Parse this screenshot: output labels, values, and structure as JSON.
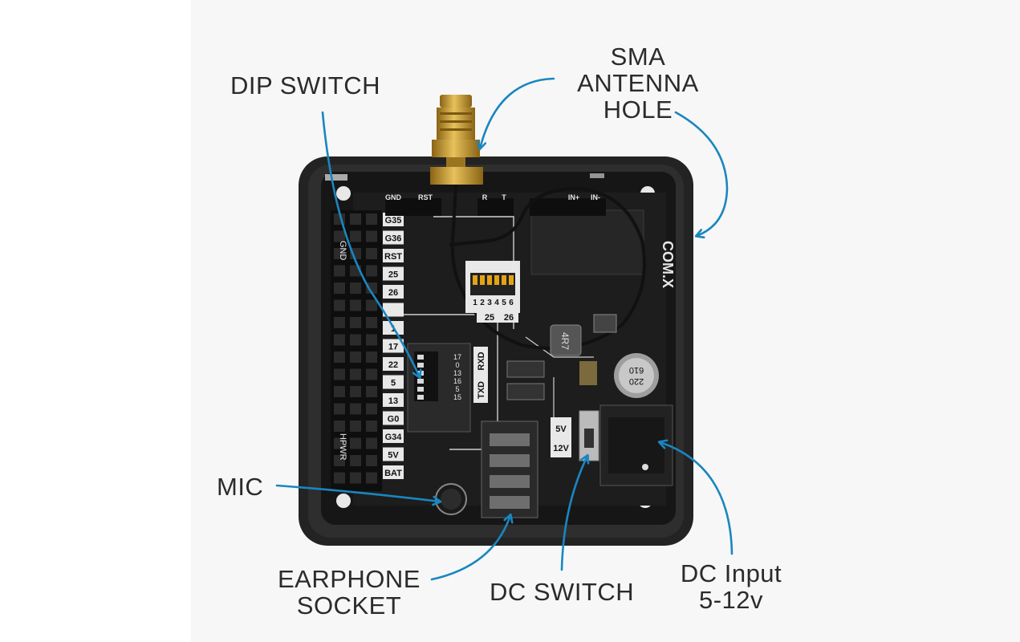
{
  "labels": {
    "dip_switch": "DIP SWITCH",
    "sma_antenna_hole": [
      "SMA",
      "ANTENNA",
      "HOLE"
    ],
    "mic": "MIC",
    "earphone_socket": [
      "EARPHONE",
      "SOCKET"
    ],
    "dc_switch": "DC SWITCH",
    "dc_input": [
      "DC Input",
      "5-12v"
    ]
  },
  "board": {
    "brand": "COM.X",
    "left_pins": [
      "G35",
      "G36",
      "RST",
      "25",
      "26",
      "",
      "1",
      "17",
      "22",
      "5",
      "13",
      "G0",
      "G34",
      "5V",
      "BAT"
    ],
    "side_labels": [
      "GND",
      "HPWR"
    ],
    "header_labels": [
      "GND",
      "RST",
      "R",
      "T",
      "IN+",
      "IN-"
    ],
    "dip_left_labels": [
      "17",
      "0",
      "13",
      "16",
      "5",
      "15"
    ],
    "dip_left_side": [
      "TXD",
      "RXD"
    ],
    "dip_right_numbers": [
      "1",
      "2",
      "3",
      "4",
      "5",
      "6"
    ],
    "dip_right_bottom": [
      "25",
      "26"
    ],
    "voltage_labels": [
      "5V",
      "12V"
    ],
    "capacitor_text": [
      "220",
      "610"
    ],
    "inductor_text": "4R7"
  },
  "colors": {
    "arrow": "#1a86c0",
    "label_text": "#2b2b2b",
    "board": "#1b1b1b",
    "case": "#2a2a2a",
    "gold": "#c99a2e"
  }
}
